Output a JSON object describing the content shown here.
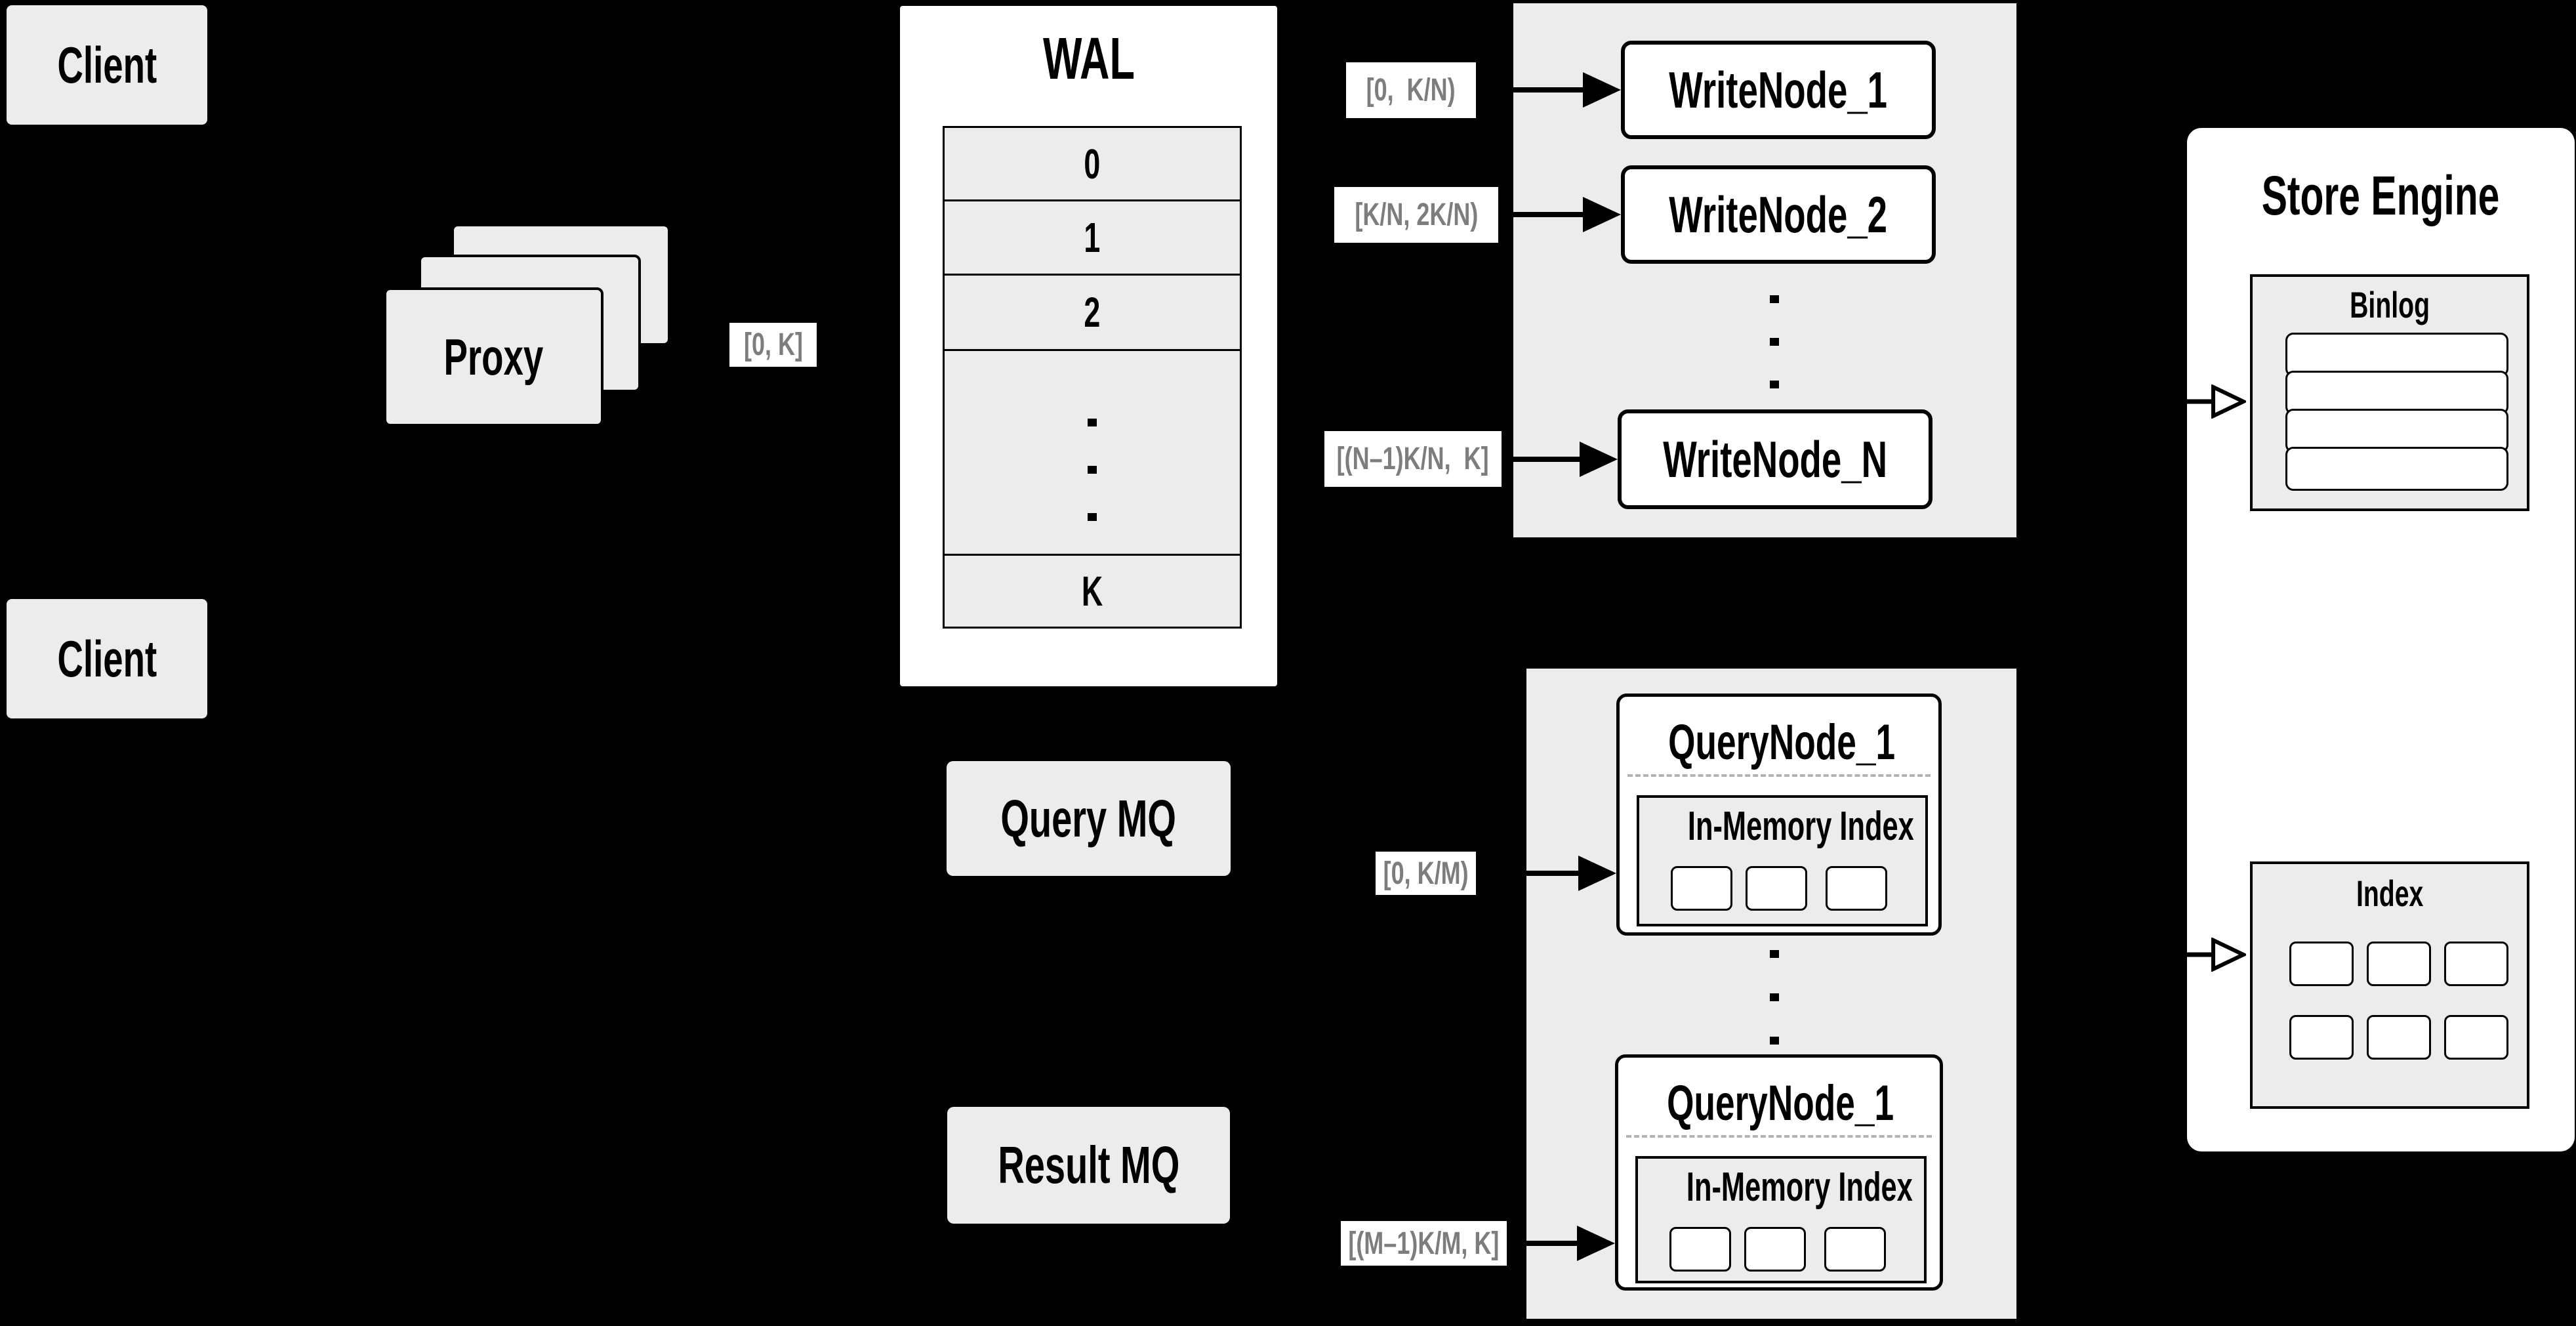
{
  "diagram": {
    "colors": {
      "background": "#000000",
      "panel_gray": "#ececec",
      "box_white": "#ffffff",
      "border": "#000000",
      "range_label_text": "#7d7d7d",
      "dashed_divider": "#b3b3b3"
    },
    "clients": {
      "top": "Client",
      "bottom": "Client"
    },
    "proxy": {
      "label": "Proxy",
      "stack_count": 3
    },
    "wal": {
      "title": "WAL",
      "segments": {
        "s0": "0",
        "s1": "1",
        "s2": "2",
        "sk": "K"
      }
    },
    "range_labels": {
      "proxy_to_wal": "[0, K]",
      "write_1": "[0,  K/N)",
      "write_2": "[K/N, 2K/N)",
      "write_n": "[(N–1)K/N,  K]",
      "query_1": "[0, K/M)",
      "query_m": "[(M–1)K/M, K]"
    },
    "write_nodes": {
      "n1": "WriteNode_1",
      "n2": "WriteNode_2",
      "nn": "WriteNode_N"
    },
    "mq": {
      "query": "Query MQ",
      "result": "Result MQ"
    },
    "query_nodes": {
      "first": {
        "title": "QueryNode_1",
        "index_label": "In-Memory Index"
      },
      "second": {
        "title": "QueryNode_1",
        "index_label": "In-Memory Index"
      }
    },
    "store_engine": {
      "title": "Store Engine",
      "binlog": "Binlog",
      "index": "Index"
    }
  }
}
